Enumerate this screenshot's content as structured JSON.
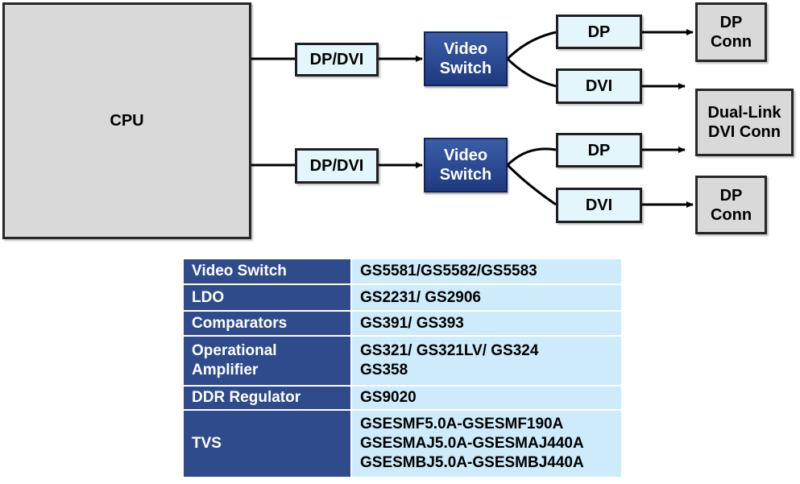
{
  "diagram": {
    "cpu_label": "CPU",
    "row1": {
      "dpdvi_label": "DP/DVI",
      "switch_line1": "Video",
      "switch_line2": "Switch",
      "dp_label": "DP",
      "dvi_label": "DVI",
      "dp_conn_line1": "DP",
      "dp_conn_line2": "Conn"
    },
    "dual_link": {
      "line1": "Dual-Link",
      "line2": "DVI Conn"
    },
    "row2": {
      "dpdvi_label": "DP/DVI",
      "switch_line1": "Video",
      "switch_line2": "Switch",
      "dp_label": "DP",
      "dvi_label": "DVI",
      "dp_conn_line1": "DP",
      "dp_conn_line2": "Conn"
    }
  },
  "table": {
    "rows": [
      {
        "label": "Video  Switch",
        "values": [
          "GS5581/GS5582/GS5583"
        ]
      },
      {
        "label": "LDO",
        "values": [
          "GS2231/ GS2906"
        ]
      },
      {
        "label": "Comparators",
        "values": [
          "GS391/ GS393"
        ]
      },
      {
        "label_lines": [
          "Operational",
          "Amplifier"
        ],
        "values": [
          "GS321/ GS321LV/  GS324",
          "GS358"
        ]
      },
      {
        "label": "DDR Regulator",
        "values": [
          "GS9020"
        ]
      },
      {
        "label": "TVS",
        "values": [
          "GSESMF5.0A-GSESMF190A",
          "GSESMAJ5.0A-GSESMAJ440A",
          "GSESMBJ5.0A-GSESMBJ440A"
        ]
      }
    ]
  }
}
